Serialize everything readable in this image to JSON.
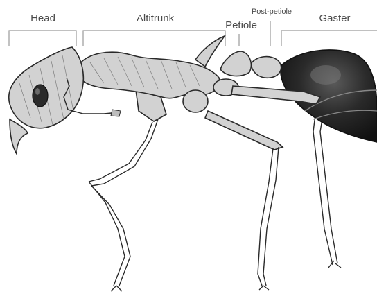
{
  "labels": {
    "head": "Head",
    "altitrunk": "Altitrunk",
    "petiole": "Petiole",
    "post_petiole": "Post-petiole",
    "gaster": "Gaster"
  },
  "colors": {
    "ink": "#2a2a2a",
    "bracket": "#9a9a9a",
    "label": "#4a4a4a",
    "gaster": "#1e1e1e",
    "body": "#d2d2d2"
  }
}
